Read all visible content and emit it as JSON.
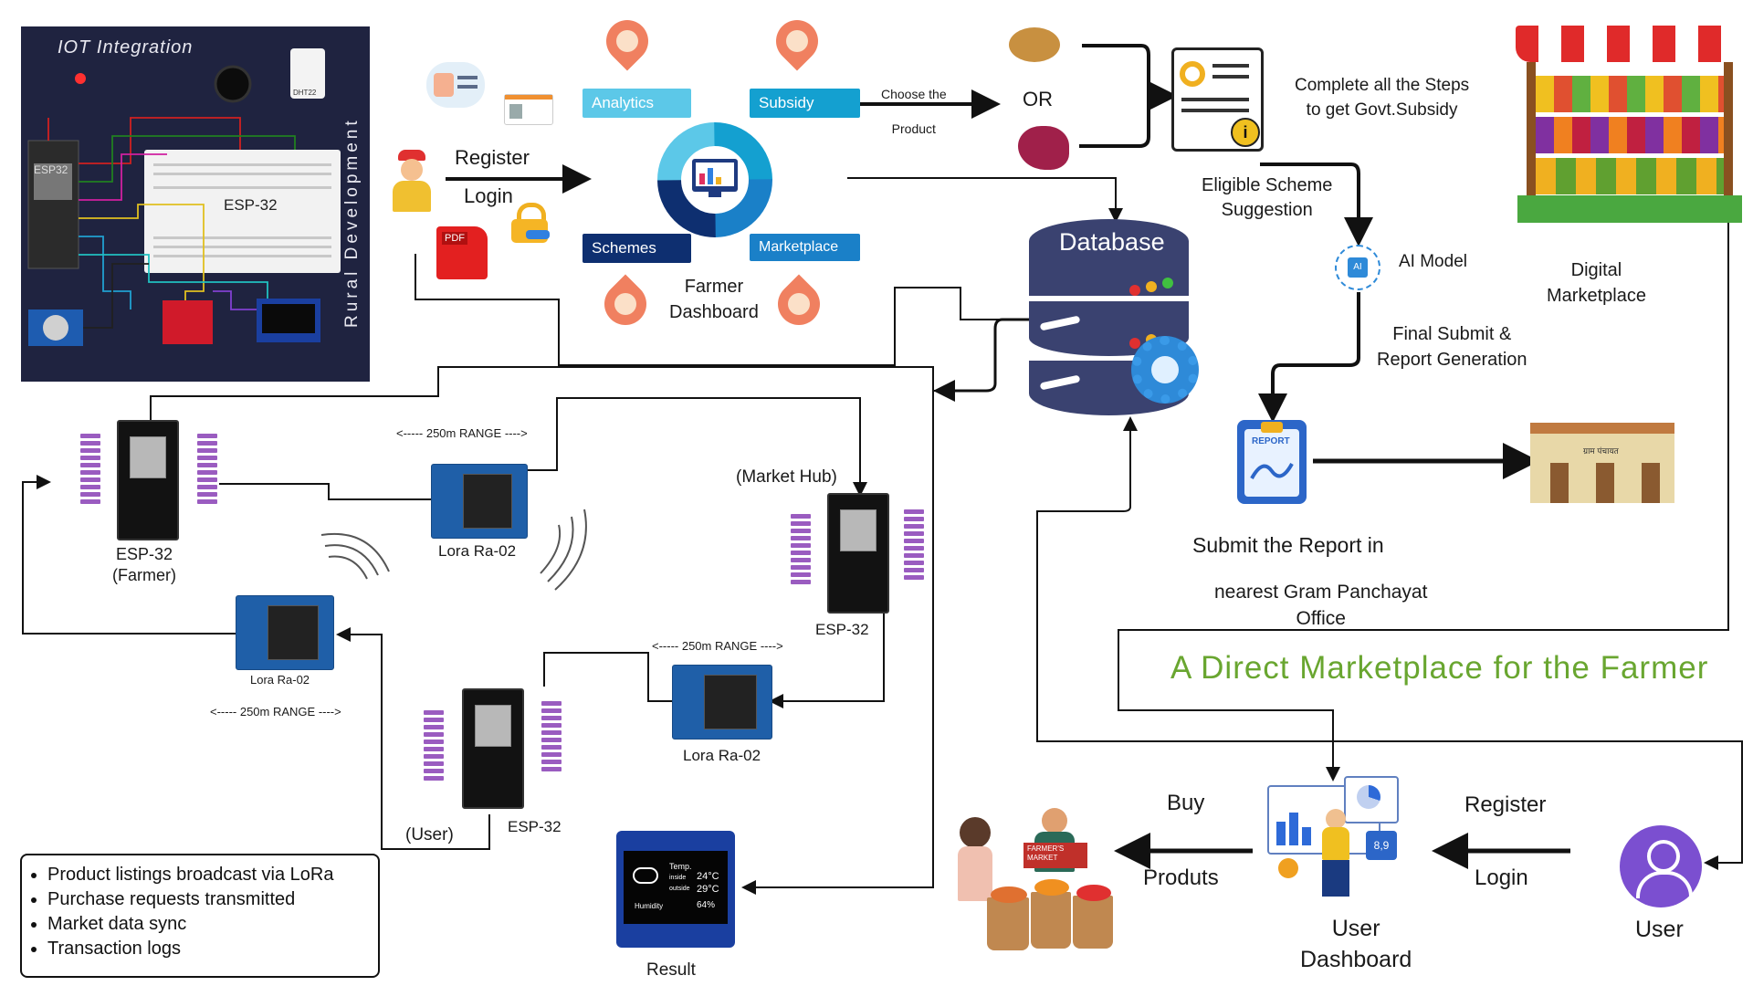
{
  "iot_panel": {
    "title": "IOT Integration",
    "side_label": "Rural Development",
    "board_label": "ESP-32",
    "esp_chip_label": "ESP32",
    "sensor_label": "DHT22"
  },
  "dashboard": {
    "pills": {
      "analytics": "Analytics",
      "subsidy": "Subsidy",
      "schemes": "Schemes",
      "marketplace": "Marketplace"
    },
    "title": "Farmer\nDashboard"
  },
  "farmer_flow": {
    "register": "Register",
    "login": "Login",
    "choose_product": "Choose the\nProduct",
    "or": "OR",
    "complete_steps": "Complete all the Steps\nto get Govt.Subsidy",
    "eligible_scheme": "Eligible Scheme\nSuggestion",
    "ai_model": "AI Model",
    "final_submit": "Final Submit &\nReport Generation",
    "submit_report": "Submit the Report in",
    "nearest_office": "nearest Gram Panchayat\nOffice",
    "digital_marketplace": "Digital\nMarketplace",
    "report_badge": "REPORT",
    "panchayat_sign": "ग्राम पंचायत",
    "pdf_badge": "PDF"
  },
  "database": {
    "title": "Database"
  },
  "headline": "A  Direct Marketplace for the Farmer",
  "lora_network": {
    "range_label": "<----- 250m RANGE ---->",
    "esp_farmer": "ESP-32\n(Farmer)",
    "lora_1": "Lora Ra-02",
    "lora_2": "Lora Ra-02",
    "lora_3": "Lora Ra-02",
    "market_hub": "(Market Hub)",
    "esp_hub": "ESP-32",
    "esp_user": "ESP-32",
    "user_tag": "(User)",
    "result": "Result"
  },
  "oled": {
    "temp": "Temp.",
    "inside": "inside",
    "inside_val": "24°C",
    "outside": "outside",
    "outside_val": "29°C",
    "humidity": "Humidity",
    "humidity_val": "64%"
  },
  "features": [
    "Product listings broadcast via LoRa",
    "Purchase requests transmitted",
    "Market data sync",
    "Transaction logs"
  ],
  "user_flow": {
    "buy": "Buy",
    "products": "Produts",
    "register": "Register",
    "login": "Login",
    "user_dashboard": "User\nDashboard",
    "user": "User",
    "market_sign": "FARMER'S\nMARKET",
    "metric": "8,9"
  },
  "colors": {
    "panel_bg": "#1f2340",
    "pill_light": "#5cc8e8",
    "pill_mid": "#14a0d0",
    "pill_dark": "#0e2f70",
    "headline": "#69a630",
    "db_body": "#3a4270",
    "user_icon": "#7b4fd0"
  }
}
